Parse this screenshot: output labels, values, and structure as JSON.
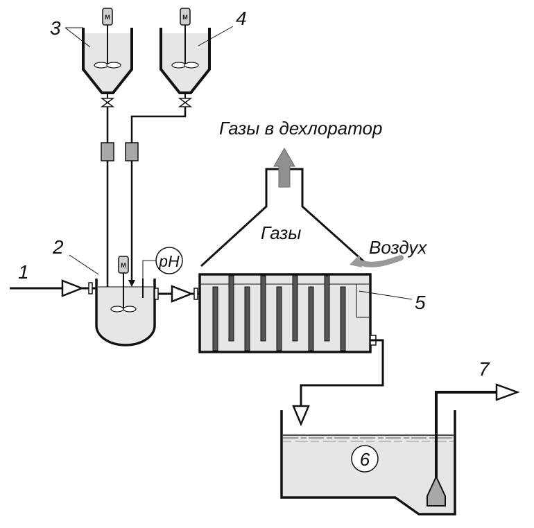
{
  "labels": {
    "gases_to_dechlorinator": "Газы в дехлоратор",
    "gases": "Газы",
    "air": "Воздух",
    "ph": "pH",
    "motor": "M"
  },
  "numbers": {
    "n1": "1",
    "n2": "2",
    "n3": "3",
    "n4": "4",
    "n5": "5",
    "n6": "6",
    "n7": "7"
  },
  "colors": {
    "line": "#111111",
    "liquid": "#e6e6e6",
    "component_fill": "#a8a8a8",
    "arrow_fill": "#909090"
  }
}
